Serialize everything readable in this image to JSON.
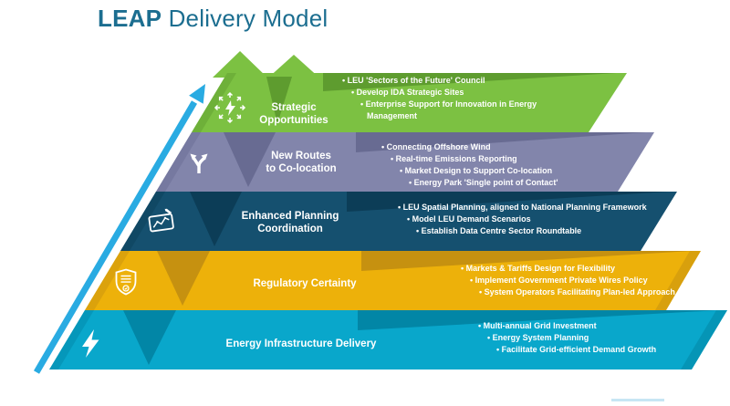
{
  "title": {
    "emphasis": "LEAP",
    "rest": " Delivery Model"
  },
  "colors": {
    "title_text": "#1C6E90",
    "arrow": "#29ABE2",
    "background": "#FFFFFF",
    "bottom_underline": "#C7E6F4",
    "bullet_text": "#FFFFFF",
    "label_text": "#FFFFFF"
  },
  "tiers": [
    {
      "label": "Strategic Opportunities",
      "label_line1": "Strategic",
      "label_line2": "Opportunities",
      "icon": "energy-dispersal-icon",
      "color": "#7CC142",
      "shade": "#5E9C2F",
      "bullets": [
        "LEU 'Sectors of the Future' Council",
        "Develop IDA Strategic Sites",
        "Enterprise Support for Innovation in Energy Management"
      ]
    },
    {
      "label": "New Routes to Co-location",
      "label_line1": "New Routes",
      "label_line2": "to Co-location",
      "icon": "split-arrows-icon",
      "color": "#8285AB",
      "shade": "#686B92",
      "bullets": [
        "Connecting Offshore Wind",
        "Real-time Emissions Reporting",
        "Market Design to Support Co-location",
        "Energy Park 'Single point of Contact'"
      ]
    },
    {
      "label": "Enhanced Planning Coordination",
      "label_line1": "Enhanced Planning",
      "label_line2": "Coordination",
      "icon": "planning-chart-icon",
      "color": "#15506F",
      "shade": "#0C3D57",
      "bullets": [
        "LEU Spatial Planning, aligned to National Planning Framework",
        "Model LEU Demand Scenarios",
        "Establish Data Centre Sector Roundtable"
      ]
    },
    {
      "label": "Regulatory Certainty",
      "label_line1": "Regulatory Certainty",
      "label_line2": "",
      "icon": "shield-document-icon",
      "color": "#EDB10A",
      "shade": "#C69110",
      "bullets": [
        "Markets & Tariffs Design for Flexibility",
        "Implement Government Private Wires Policy",
        "System Operators Facilitating Plan-led Approach"
      ]
    },
    {
      "label": "Energy Infrastructure Delivery",
      "label_line1": "Energy Infrastructure Delivery",
      "label_line2": "",
      "icon": "lightning-bolt-icon",
      "color": "#09A7CB",
      "shade": "#0286A6",
      "bullets": [
        "Multi-annual Grid Investment",
        "Energy System Planning",
        "Facilitate Grid-efficient Demand Growth"
      ]
    }
  ]
}
